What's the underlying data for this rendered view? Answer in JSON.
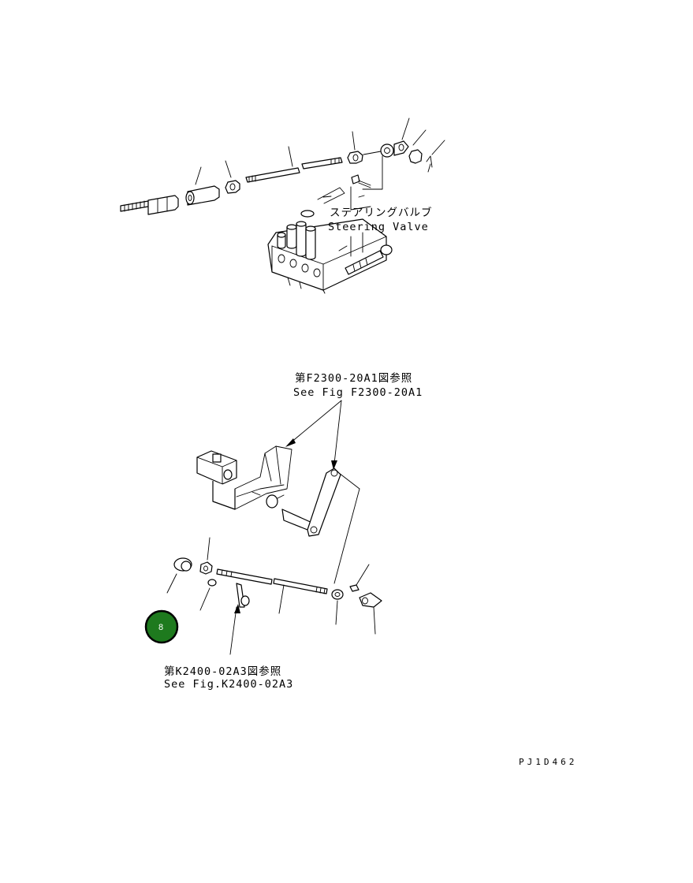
{
  "labels": {
    "steering_valve_ja": "ステアリングバルブ",
    "steering_valve_en": "Steering Valve",
    "ref_top_ja": "第F2300-20A1図参照",
    "ref_top_en": "See Fig F2300-20A1",
    "ref_bottom_ja": "第K2400-02A3図参照",
    "ref_bottom_en": "See Fig.K2400-02A3",
    "drawing_code": "PJ1D462"
  },
  "badge": {
    "number": "8",
    "color": "#1e7a1e"
  }
}
